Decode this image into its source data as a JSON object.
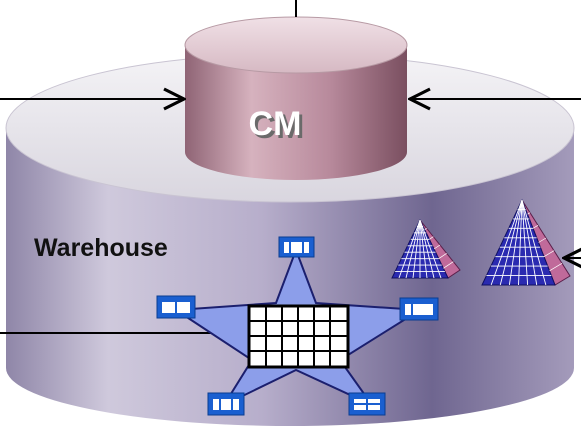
{
  "diagram": {
    "cm_label": "CM",
    "warehouse_label": "Warehouse",
    "colors": {
      "warehouse_body": "#b8b0cc",
      "warehouse_top": "#e6e4ea",
      "cm_body": "#b88a9c",
      "cm_top": "#e6cfd6",
      "star_fill": "#8c9eea",
      "dimension_icon": "#1a5fd0",
      "pyramid": "#2a2ab0",
      "connector": "#000000"
    },
    "icons": [
      "star-schema-fact-table",
      "dimension-table-icon",
      "data-cube-pyramid-icon"
    ]
  }
}
